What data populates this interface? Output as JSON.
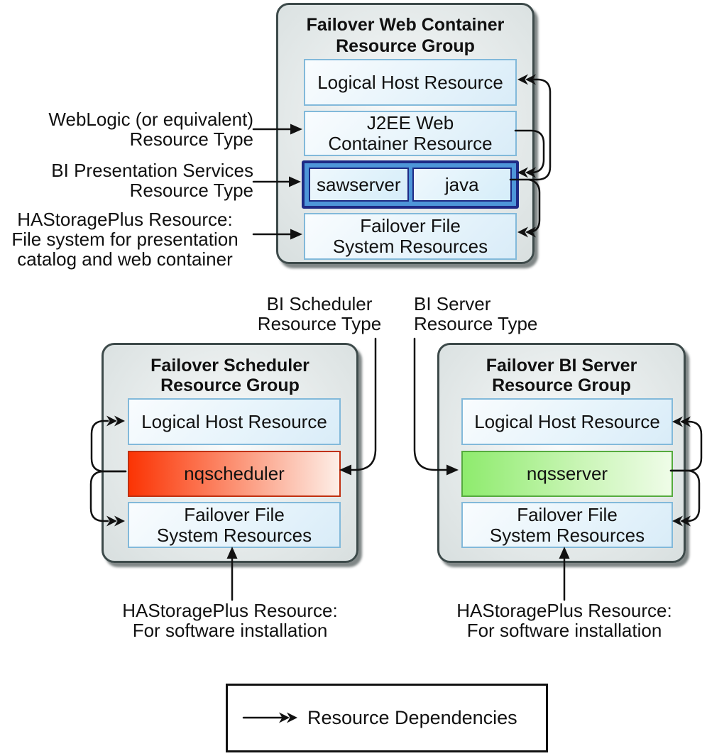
{
  "diagram": {
    "groups": [
      {
        "title": "Failover Web Container\nResource Group",
        "boxes": [
          {
            "label": "Logical Host Resource"
          },
          {
            "label": "J2EE Web\nContainer Resource"
          },
          {
            "children": [
              {
                "label": "sawserver"
              },
              {
                "label": "java"
              }
            ]
          },
          {
            "label": "Failover File\nSystem Resources"
          }
        ]
      },
      {
        "title": "Failover Scheduler\nResource Group",
        "boxes": [
          {
            "label": "Logical Host Resource"
          },
          {
            "label": "nqscheduler"
          },
          {
            "label": "Failover File\nSystem Resources"
          }
        ]
      },
      {
        "title": "Failover BI Server\nResource Group",
        "boxes": [
          {
            "label": "Logical Host Resource"
          },
          {
            "label": "nqsserver"
          },
          {
            "label": "Failover File\nSystem Resources"
          }
        ]
      }
    ],
    "annotations": {
      "weblogic": "WebLogic (or equivalent)\nResource Type",
      "bi_presentation": "BI Presentation Services\nResource Type",
      "hasp_web": "HAStoragePlus Resource:\nFile system for presentation\ncatalog and web container",
      "bi_scheduler": "BI Scheduler\nResource Type",
      "bi_server": "BI Server\nResource Type",
      "hasp_scheduler": "HAStoragePlus Resource:\nFor software installation",
      "hasp_bi_server": "HAStoragePlus Resource:\nFor software installation"
    },
    "legend": {
      "label": "Resource Dependencies"
    },
    "colors": {
      "group_border": "#3d4a4a",
      "blue_box_fill": "#e7f4fb",
      "blue_box_border": "#82b9da",
      "presentation_fill": "#4e96d9",
      "presentation_border": "#1e2a85",
      "nqscheduler_gradient_start": "#fb3404",
      "nqscheduler_gradient_end": "#fdeee7",
      "nqscheduler_border": "#c03010",
      "nqsserver_gradient_start": "#8eeb6d",
      "nqsserver_gradient_end": "#effce8",
      "nqsserver_border": "#55ab3e",
      "arrow": "#111111"
    }
  }
}
